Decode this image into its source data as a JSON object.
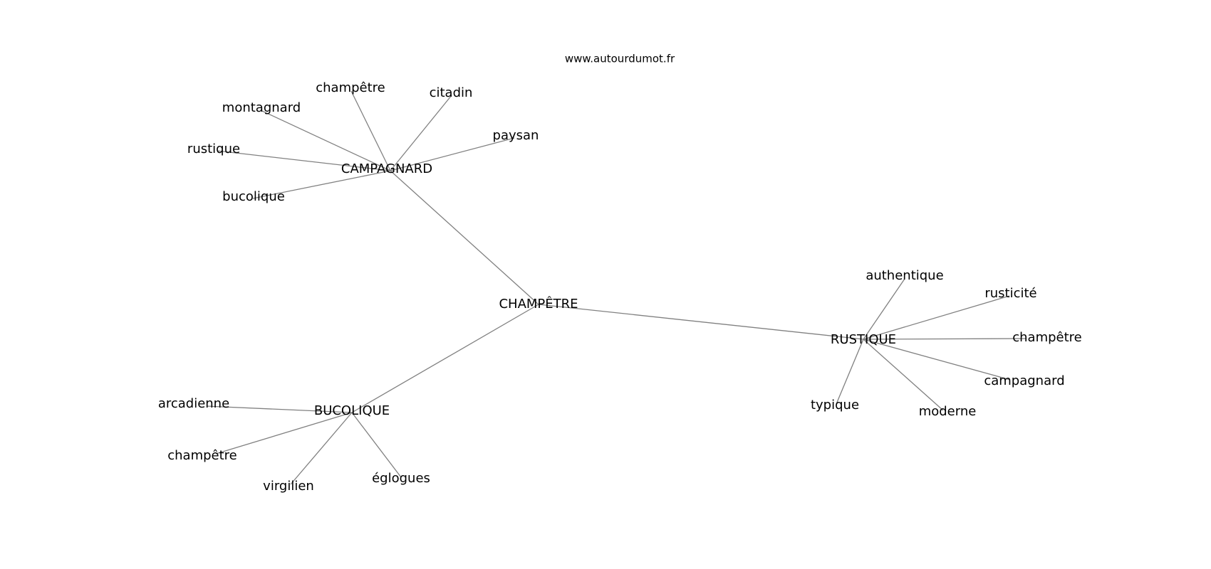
{
  "source_label": "www.autourdumot.fr",
  "central_word": "CHAMPÊTRE",
  "clusters": [
    {
      "hub": "CAMPAGNARD",
      "leaves": [
        "champêtre",
        "citadin",
        "montagnard",
        "paysan",
        "rustique",
        "bucolique"
      ]
    },
    {
      "hub": "RUSTIQUE",
      "leaves": [
        "authentique",
        "rusticité",
        "champêtre",
        "campagnard",
        "moderne",
        "typique"
      ]
    },
    {
      "hub": "BUCOLIQUE",
      "leaves": [
        "arcadienne",
        "champêtre",
        "virgilien",
        "églogues"
      ]
    }
  ],
  "colors": {
    "edge": "#808080",
    "text": "#000000",
    "background": "#ffffff"
  }
}
